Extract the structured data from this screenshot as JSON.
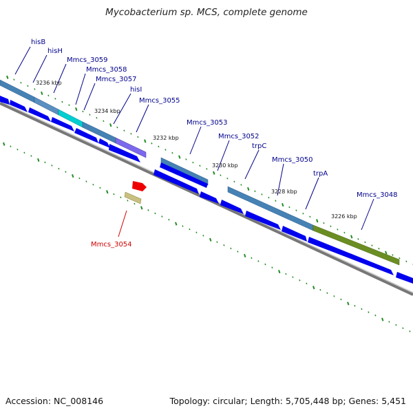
{
  "title": "Mycobacterium sp. MCS, complete genome",
  "footer": {
    "accession": "Accession: NC_008146",
    "topology": "Topology: circular; Length: 5,705,448 bp; Genes: 5,451"
  },
  "colors": {
    "gene_arrow": "#0000ee",
    "backbone": "#777777",
    "tick": "#228b22",
    "label": "#00008b",
    "highlight_label": "#cc0000",
    "highlight_arrow": "#ee0000"
  },
  "coordinate_labels": [
    "3236 kbp",
    "3234 kbp",
    "3232 kbp",
    "3230 kbp",
    "3228 kbp",
    "3226 kbp"
  ],
  "genes": [
    {
      "name": "hisB",
      "color": "#4682b4"
    },
    {
      "name": "hisH",
      "color": "#4682b4"
    },
    {
      "name": "Mmcs_3059",
      "color": "#00ced1"
    },
    {
      "name": "Mmcs_3058",
      "color": "#4682b4"
    },
    {
      "name": "Mmcs_3057",
      "color": "#4682b4"
    },
    {
      "name": "hisI",
      "color": "#4682b4"
    },
    {
      "name": "Mmcs_3055",
      "color": "#7b68ee"
    },
    {
      "name": "Mmcs_3054",
      "color": "#c8c080",
      "highlight": true
    },
    {
      "name": "Mmcs_3053",
      "color": "#4682b4"
    },
    {
      "name": "Mmcs_3052",
      "color": "#4682b4"
    },
    {
      "name": "trpC",
      "color": "#4682b4"
    },
    {
      "name": "Mmcs_3050",
      "color": "#4682b4"
    },
    {
      "name": "trpA",
      "color": "#4682b4"
    },
    {
      "name": "Mmcs_3048",
      "color": "#6b8e23"
    }
  ]
}
